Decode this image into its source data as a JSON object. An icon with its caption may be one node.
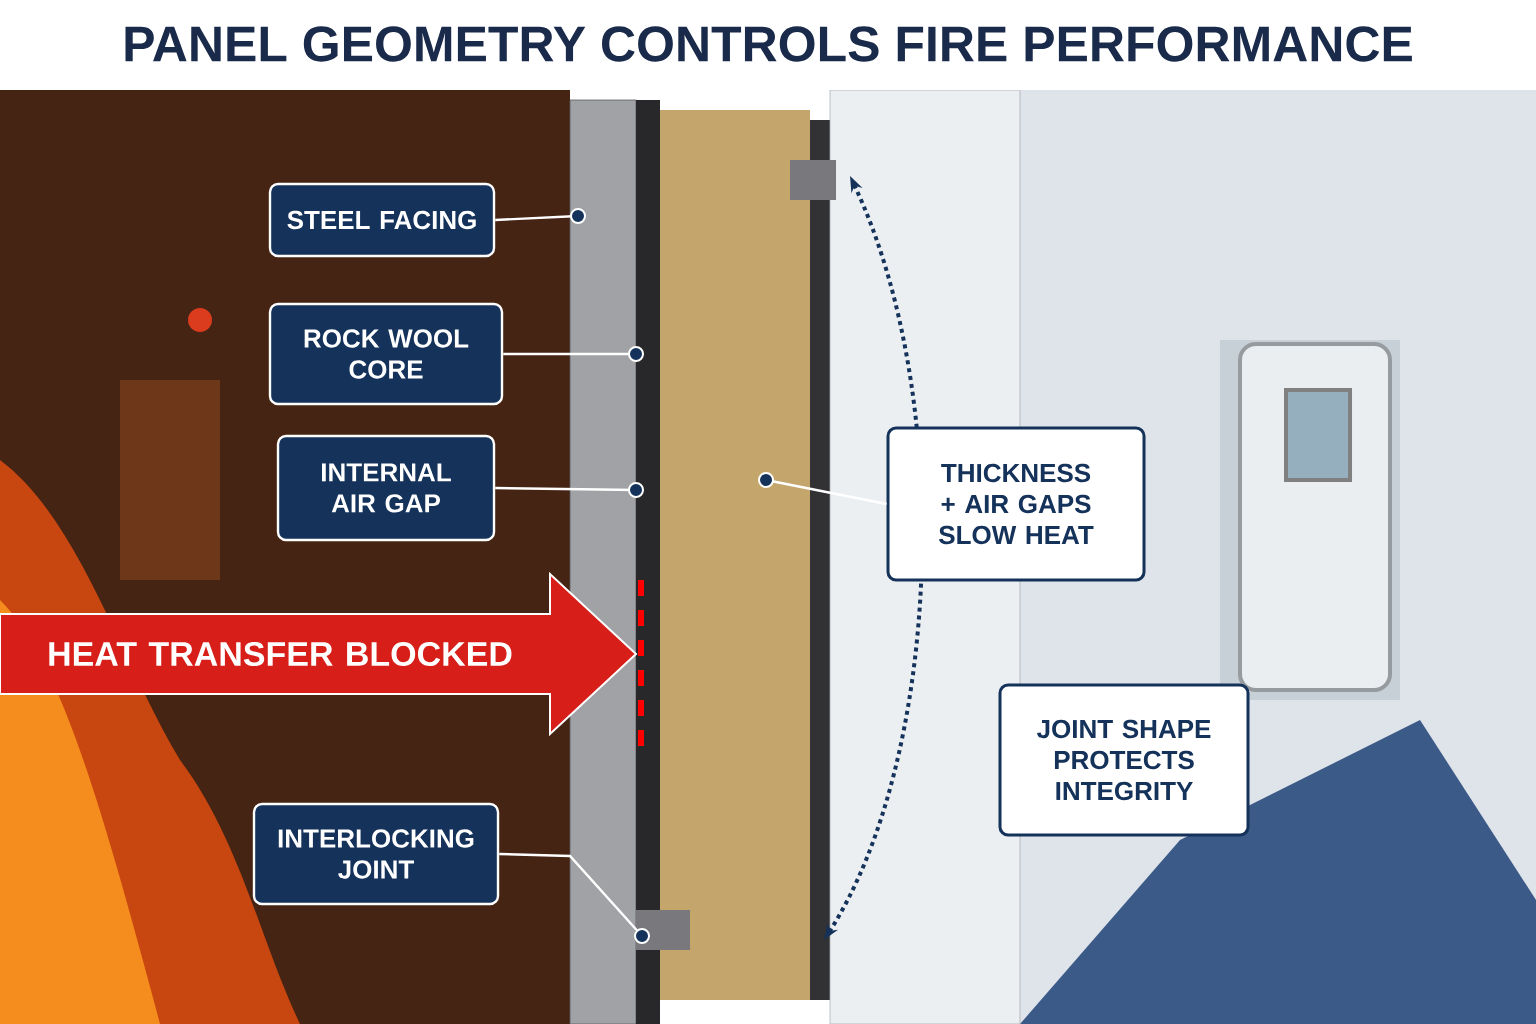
{
  "diagram": {
    "title": "PANEL GEOMETRY CONTROLS FIRE PERFORMANCE",
    "nodes": [
      {
        "text": [
          "STEEL FACING"
        ]
      },
      {
        "text": [
          "ROCK WOOL CORE"
        ]
      },
      {
        "text": [
          "INTERNAL AIR GAP"
        ]
      },
      {
        "text": [
          "HEAT TRANSFER BLOCKED"
        ]
      },
      {
        "text": [
          "INTERLOCKING JOINT"
        ]
      },
      {
        "text": [
          "THICKNESS + AIR GAPS SLOW HEAT"
        ]
      },
      {
        "text": [
          "JOINT SHAPE PROTECTS INTEGRITY"
        ]
      }
    ],
    "edges": [
      {
        "from": 0,
        "to": null,
        "arrow": "other"
      },
      {
        "from": 1,
        "to": null,
        "arrow": "other"
      },
      {
        "from": 2,
        "to": null,
        "arrow": "other"
      },
      {
        "from": 4,
        "to": null,
        "arrow": "other"
      },
      {
        "from": 5,
        "to": null,
        "arrow": "other"
      }
    ]
  }
}
